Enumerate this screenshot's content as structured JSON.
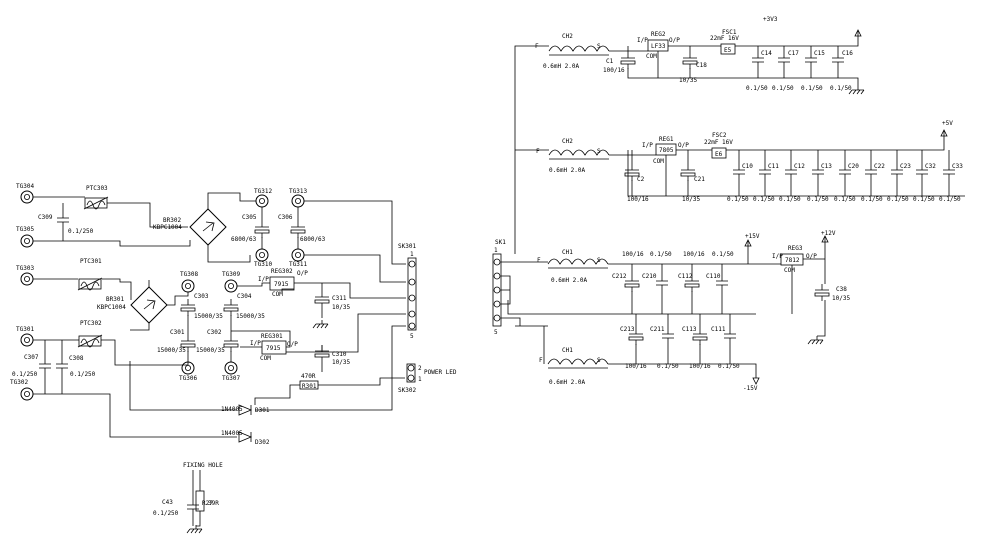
{
  "left": {
    "terminals": [
      "TG304",
      "TG305",
      "TG303",
      "TG301",
      "TG302",
      "TG312",
      "TG310",
      "TG313",
      "TG311",
      "TG308",
      "TG309",
      "TG306",
      "TG307"
    ],
    "ptc": [
      "PTC303",
      "PTC301",
      "PTC302"
    ],
    "bridges": [
      [
        "BR302",
        "KBPC1004"
      ],
      [
        "BR301",
        "KBPC1004"
      ]
    ],
    "caps": [
      [
        "C309",
        "0.1/250"
      ],
      [
        "C307",
        "0.1/250"
      ],
      [
        "C308",
        "0.1/250"
      ],
      [
        "C305",
        "6800/63"
      ],
      [
        "C306",
        "6800/63"
      ],
      [
        "C303",
        "15000/35"
      ],
      [
        "C304",
        "15000/35"
      ],
      [
        "C301",
        "15000/35"
      ],
      [
        "C302",
        "15000/35"
      ],
      [
        "C311",
        "10/35"
      ],
      [
        "C310",
        "10/35"
      ],
      [
        "C43",
        "0.1/250"
      ]
    ],
    "regs": [
      "REG302",
      "7915",
      "REG301",
      "7915"
    ],
    "reg_pins": [
      "I/P",
      "O/P",
      "COM"
    ],
    "connector_sk301": [
      "SK301",
      "1",
      "5"
    ],
    "connector_sk302": [
      "SK302",
      "2",
      "1"
    ],
    "power_led": "POWER LED",
    "resistor": [
      "470R",
      "R301"
    ],
    "diodes": [
      [
        "1N4005",
        "D301"
      ],
      [
        "1N4005",
        "D302"
      ]
    ],
    "fixing_hole": "FIXING HOLE",
    "r27": [
      "R27",
      "39R"
    ]
  },
  "right": {
    "chokes": [
      [
        "CH2",
        "0.6mH 2.0A"
      ],
      [
        "CH2",
        "0.6mH 2.0A"
      ],
      [
        "CH1",
        "0.6mH 2.0A"
      ],
      [
        "CH1",
        "0.6mH 2.0A"
      ]
    ],
    "choke_pins": [
      "F",
      "S"
    ],
    "reg2": [
      "REG2",
      "LF33",
      "I/P",
      "O/P",
      "COM"
    ],
    "reg1": [
      "REG1",
      "7805",
      "I/P",
      "O/P",
      "COM"
    ],
    "reg3": [
      "REG3",
      "7812",
      "I/P",
      "O/P",
      "COM"
    ],
    "fsc1": [
      "FSC1",
      "22mF 16V",
      "E5"
    ],
    "fsc2": [
      "FSC2",
      "22mF 16V",
      "E6"
    ],
    "rails": [
      "+3V3",
      "+5V",
      "+15V",
      "+12V",
      "-15V"
    ],
    "sk1": [
      "SK1",
      "1",
      "5"
    ],
    "caps_3v3": [
      "C1",
      "100/16",
      "C18",
      "10/35",
      "C14",
      "C17",
      "C15",
      "C16"
    ],
    "vals_3v3": [
      "0.1/50",
      "0.1/50",
      "0.1/50",
      "0.1/50"
    ],
    "caps_5v": [
      "C2",
      "100/16",
      "C21",
      "10/35",
      "C10",
      "C11",
      "C12",
      "C13",
      "C20",
      "C22",
      "C23",
      "C32",
      "C33"
    ],
    "vals_5v": [
      "0.1/50",
      "0.1/50",
      "0.1/50",
      "0.1/50",
      "0.1/50",
      "0.1/50",
      "0.1/50",
      "0.1/50",
      "0.1/50"
    ],
    "caps_15v_top": [
      "C212",
      "C210",
      "C112",
      "C110"
    ],
    "vals_15v_top": [
      "100/16",
      "0.1/50",
      "100/16",
      "0.1/50"
    ],
    "caps_15v_bot": [
      "C213",
      "C211",
      "C113",
      "C111"
    ],
    "vals_15v_bot": [
      "100/16",
      "0.1/50",
      "100/16",
      "0.1/50"
    ],
    "c38": [
      "C38",
      "10/35"
    ]
  }
}
